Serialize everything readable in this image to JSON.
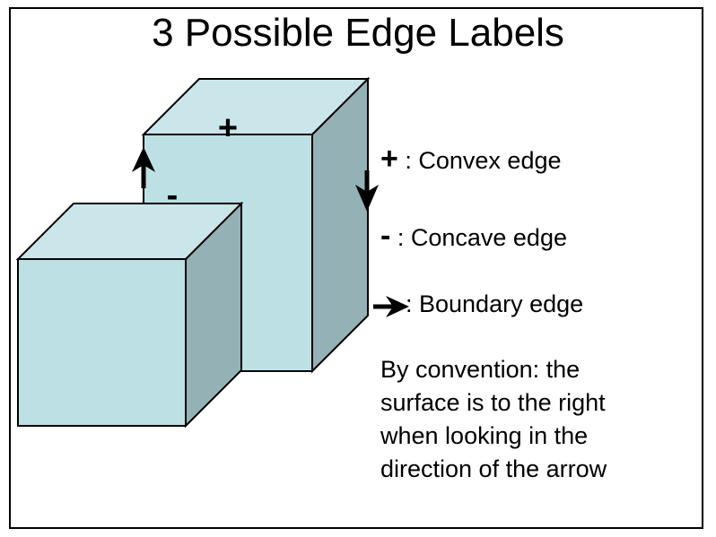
{
  "title": "3 Possible Edge Labels",
  "labels": {
    "plus": "+",
    "minus": "-"
  },
  "legend": {
    "convex": {
      "symbol": "+",
      "text": ": Convex edge"
    },
    "concave": {
      "symbol": "-",
      "text": ": Concave edge"
    },
    "boundary": {
      "text": ": Boundary edge"
    }
  },
  "note": [
    "By convention: the",
    "surface is to the right",
    "when looking in the",
    "direction of the arrow"
  ],
  "colors": {
    "front": "#bde0e5",
    "top": "#cae6ea",
    "side": "#94b2b6",
    "stroke": "#000000"
  }
}
